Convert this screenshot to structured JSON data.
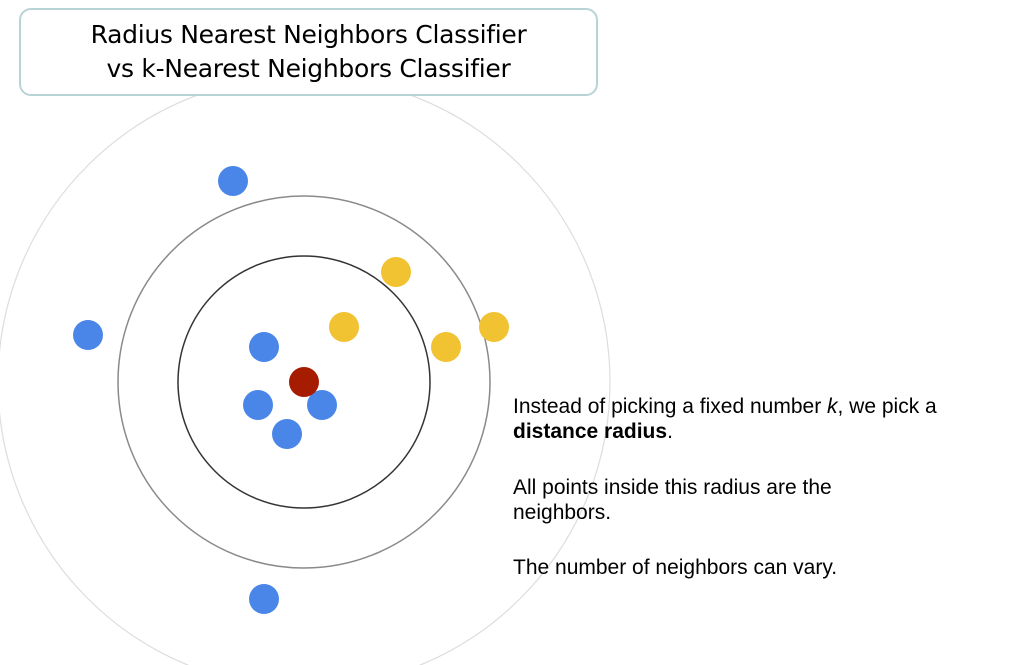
{
  "title": {
    "line1": "Radius Nearest Neighbors Classifier",
    "line2": "vs k-Nearest Neighbors Classifier"
  },
  "body": {
    "p1_a": "Instead of picking a fixed number ",
    "p1_k": "k",
    "p1_b": ", we pick a ",
    "p1_bold": "distance radius",
    "p1_c": ".",
    "p2": "All points inside this radius are the neighbors.",
    "p3": "The number of neighbors can vary."
  },
  "colors": {
    "class_a": "#4a86e8",
    "class_b": "#f1c232",
    "query": "#a61c00",
    "inner_ring": "#333333",
    "middle_ring": "#8a8a8a",
    "outer_ring": "#dddddd"
  }
}
